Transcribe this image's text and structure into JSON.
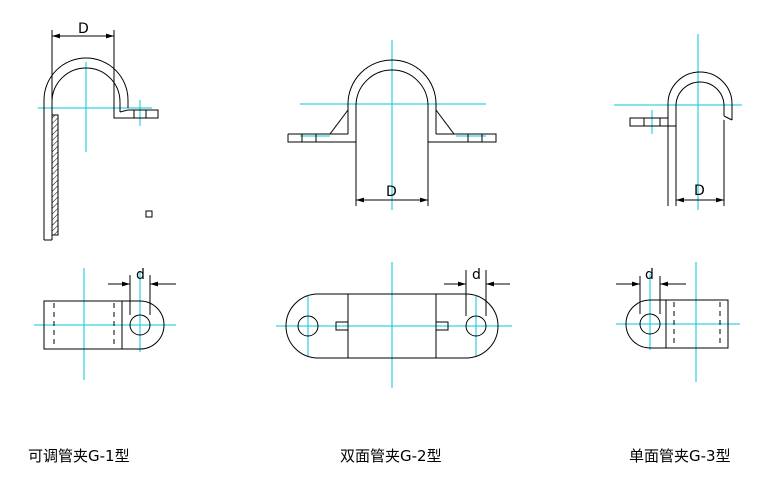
{
  "figures": [
    {
      "caption": "可调管夹G-1型",
      "top_dim": "D",
      "bottom_dim": "d"
    },
    {
      "caption": "双面管夹G-2型",
      "top_dim": "D",
      "bottom_dim": "d"
    },
    {
      "caption": "单面管夹G-3型",
      "top_dim": "D",
      "bottom_dim": "d"
    }
  ],
  "colors": {
    "centerline": "#00c8d8",
    "outline": "#000000",
    "background": "#ffffff"
  }
}
